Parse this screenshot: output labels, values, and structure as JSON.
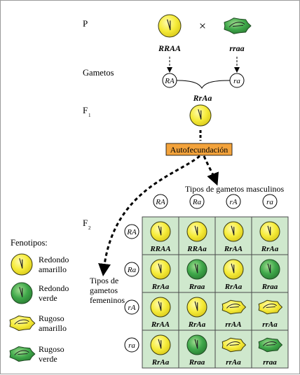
{
  "labels": {
    "p": "P",
    "gametos": "Gametos",
    "f1": "F",
    "f2": "F",
    "cross": "×",
    "parent1_genotype": "RRAA",
    "parent2_genotype": "rraa",
    "parent1_gamete": "RA",
    "parent2_gamete": "ra",
    "f1_genotype": "RrAa",
    "autofecundacion": "Autofecundación",
    "male_gametes_title": "Tipos de gametos masculinos",
    "female_gametes_line1": "Tipos de",
    "female_gametes_line2": "gametos",
    "female_gametes_line3": "femeninos"
  },
  "male_gametes": [
    "RA",
    "Ra",
    "rA",
    "ra"
  ],
  "female_gametes": [
    "RA",
    "Ra",
    "rA",
    "ra"
  ],
  "punnett": [
    [
      {
        "genotype": "RRAA",
        "phenotype": "round-yellow"
      },
      {
        "genotype": "RRAa",
        "phenotype": "round-yellow"
      },
      {
        "genotype": "RrAA",
        "phenotype": "round-yellow"
      },
      {
        "genotype": "RrAa",
        "phenotype": "round-yellow"
      }
    ],
    [
      {
        "genotype": "RrAa",
        "phenotype": "round-yellow"
      },
      {
        "genotype": "Rraa",
        "phenotype": "round-green"
      },
      {
        "genotype": "RrAa",
        "phenotype": "round-yellow"
      },
      {
        "genotype": "Rraa",
        "phenotype": "round-green"
      }
    ],
    [
      {
        "genotype": "RrAA",
        "phenotype": "round-yellow"
      },
      {
        "genotype": "RrAa",
        "phenotype": "round-yellow"
      },
      {
        "genotype": "rrAA",
        "phenotype": "wrinkled-yellow"
      },
      {
        "genotype": "rrAa",
        "phenotype": "wrinkled-yellow"
      }
    ],
    [
      {
        "genotype": "RrAa",
        "phenotype": "round-yellow"
      },
      {
        "genotype": "Rraa",
        "phenotype": "round-green"
      },
      {
        "genotype": "rrAa",
        "phenotype": "wrinkled-yellow"
      },
      {
        "genotype": "rraa",
        "phenotype": "wrinkled-green"
      }
    ]
  ],
  "legend": {
    "title": "Fenotipos:",
    "items": [
      {
        "line1": "Redondo",
        "line2": "amarillo",
        "phenotype": "round-yellow"
      },
      {
        "line1": "Redondo",
        "line2": "verde",
        "phenotype": "round-green"
      },
      {
        "line1": "Rugoso",
        "line2": "amarillo",
        "phenotype": "wrinkled-yellow"
      },
      {
        "line1": "Rugoso",
        "line2": "verde",
        "phenotype": "wrinkled-green"
      }
    ]
  },
  "colors": {
    "yellow_fill": "#f6ec3a",
    "yellow_edge": "#3a3a10",
    "green_fill": "#3fa84a",
    "green_edge": "#1f4a22",
    "grid_bg": "#cfe8cd",
    "grid_line": "#4a4a4a",
    "autofec_box": "#f3a33c"
  }
}
